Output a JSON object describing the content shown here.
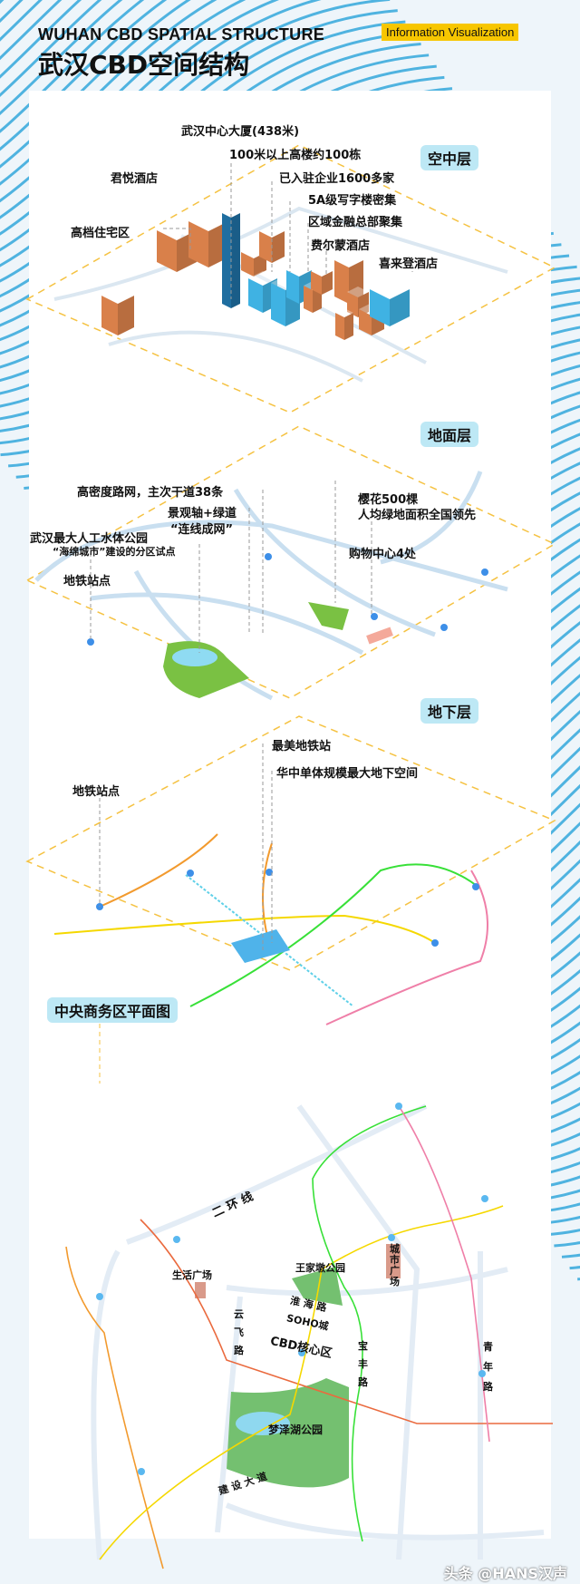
{
  "header": {
    "title_en": "WUHAN CBD SPATIAL STRUCTURE",
    "title_cn": "武汉CBD空间结构",
    "badge": "Information Visualization"
  },
  "colors": {
    "accent_blue": "#3aa9dc",
    "badge_yellow": "#f7c600",
    "tag_bg": "#bde8f5",
    "building_orange": "#d9804a",
    "building_blue": "#3fb2e3",
    "park_green": "#7ac143",
    "metro_yellow": "#f5d800",
    "metro_green": "#38e038",
    "metro_orange": "#f29a2e",
    "metro_red": "#ea6a3e",
    "metro_pink": "#ef7fa8"
  },
  "air": {
    "tag": "空中层",
    "labels": [
      "武汉中心大厦(438米)",
      "100米以上高楼约100栋",
      "君悦酒店",
      "已入驻企业1600多家",
      "5A级写字楼密集",
      "高档住宅区",
      "区域金融总部聚集",
      "费尔蒙酒店",
      "喜来登酒店"
    ]
  },
  "ground": {
    "tag": "地面层",
    "labels": [
      "高密度路网，主次干道38条",
      "景观轴+绿道",
      "“连线成网”",
      "樱花500棵",
      "人均绿地面积全国领先",
      "武汉最大人工水体公园",
      "“海绵城市”建设的分区试点",
      "购物中心4处",
      "地铁站点"
    ]
  },
  "underground": {
    "tag": "地下层",
    "labels": [
      "最美地铁站",
      "华中单体规模最大地下空间",
      "地铁站点"
    ]
  },
  "plan": {
    "tag": "中央商务区平面图",
    "places": [
      "二 环 线",
      "生活广场",
      "王家墩公园",
      "城市广场",
      "淮 海 路",
      "SOHO城",
      "云飞路",
      "CBD核心区",
      "宝丰路",
      "青年路",
      "梦泽湖公园",
      "建 设 大 道"
    ]
  },
  "watermark": "头条 @HANS汉声"
}
